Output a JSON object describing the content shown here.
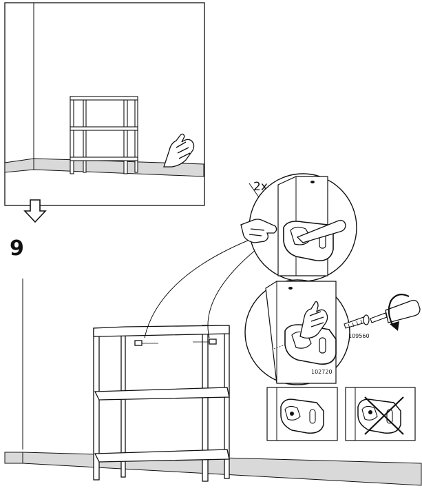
{
  "step": {
    "number": "9"
  },
  "detail": {
    "multiplier": "2x"
  },
  "parts": {
    "screw_id": "109560",
    "bracket_id": "102720"
  },
  "colors": {
    "ink": "#111111",
    "wall": "#ffffff",
    "skirting": "#d9d9d9"
  },
  "icons": [
    "down-arrow-icon",
    "hand-pointing-icon",
    "screwdriver-icon",
    "rotate-arrow-icon",
    "screw-icon",
    "wall-bracket-icon",
    "cross-icon"
  ]
}
